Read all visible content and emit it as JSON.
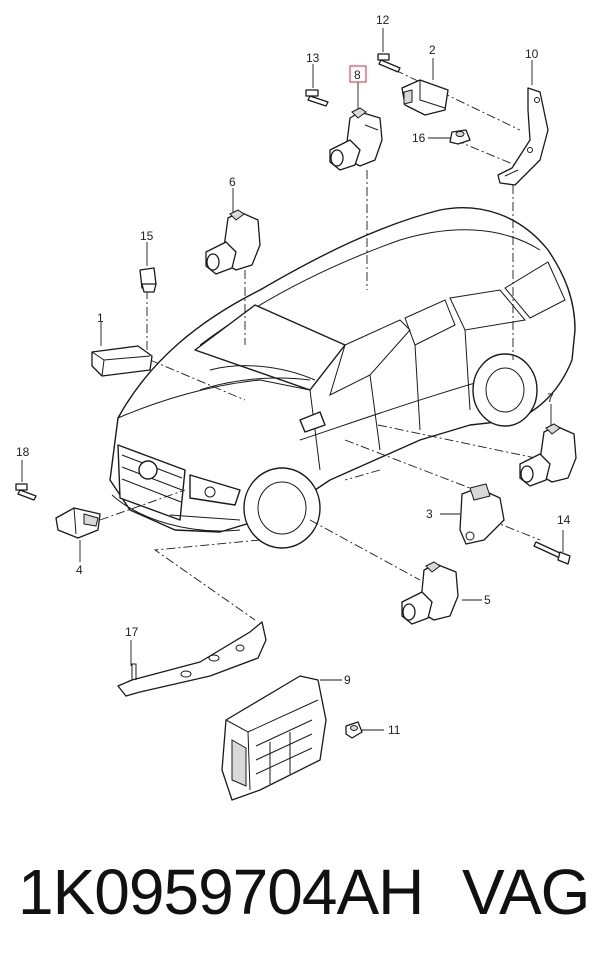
{
  "callouts": {
    "c1": "1",
    "c2": "2",
    "c3": "3",
    "c4": "4",
    "c5": "5",
    "c6": "6",
    "c7": "7",
    "c8": "8",
    "c9": "9",
    "c10": "10",
    "c11": "11",
    "c12": "12",
    "c13": "13",
    "c14": "14",
    "c15": "15",
    "c16": "16",
    "c17": "17",
    "c18": "18"
  },
  "highlight_color": "#e04a5a",
  "footer": {
    "part_number": "1K0959704AH",
    "brand": "VAG"
  }
}
